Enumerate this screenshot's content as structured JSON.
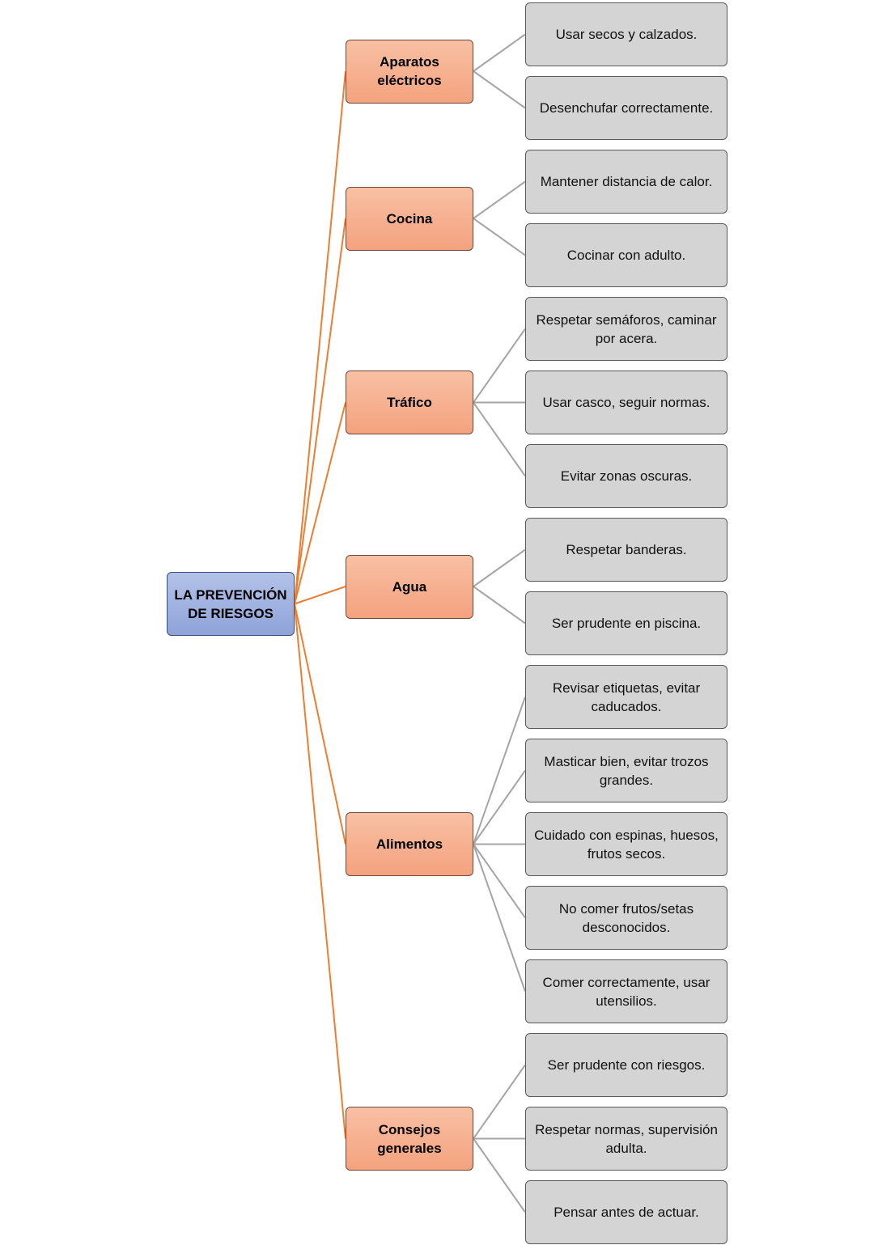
{
  "root": {
    "label": "LA PREVENCIÓN DE RIESGOS"
  },
  "colors": {
    "root_link": "#ED7D31",
    "child_link": "#A5A5A5"
  },
  "categories": [
    {
      "id": "aparatos",
      "label": "Aparatos eléctricos",
      "children": [
        "Usar secos y calzados.",
        "Desenchufar correctamente."
      ]
    },
    {
      "id": "cocina",
      "label": "Cocina",
      "children": [
        "Mantener distancia de calor.",
        "Cocinar con adulto."
      ]
    },
    {
      "id": "trafico",
      "label": "Tráfico",
      "children": [
        "Respetar semáforos, caminar por acera.",
        "Usar casco, seguir normas.",
        "Evitar zonas oscuras."
      ]
    },
    {
      "id": "agua",
      "label": "Agua",
      "children": [
        "Respetar banderas.",
        "Ser prudente en piscina."
      ]
    },
    {
      "id": "alimentos",
      "label": "Alimentos",
      "children": [
        "Revisar etiquetas, evitar caducados.",
        "Masticar bien, evitar trozos grandes.",
        "Cuidado con espinas, huesos, frutos secos.",
        "No comer frutos/setas desconocidos.",
        "Comer correctamente, usar utensilios."
      ]
    },
    {
      "id": "consejos",
      "label": "Consejos generales",
      "children": [
        "Ser prudente con riesgos.",
        "Respetar normas, supervisión adulta.",
        "Pensar antes de actuar."
      ]
    }
  ]
}
